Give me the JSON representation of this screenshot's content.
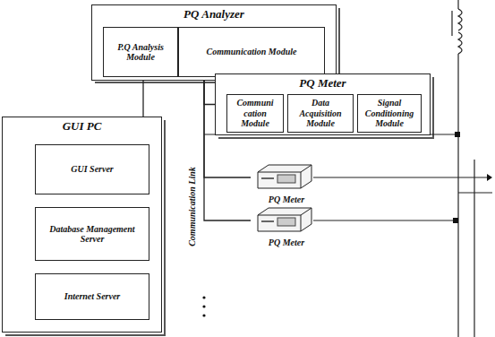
{
  "diagram": {
    "nodes": [
      {
        "text": [
          "PQ Analyzer"
        ]
      },
      {
        "text": [
          "P.Q Analysis Module"
        ],
        "in": 0
      },
      {
        "text": [
          "Communication Module"
        ],
        "in": 0
      },
      {
        "text": [
          "PQ Meter"
        ]
      },
      {
        "text": [
          "Communi cation Module"
        ],
        "in": 3
      },
      {
        "text": [
          "Data Acquisition Module"
        ],
        "in": 3
      },
      {
        "text": [
          "Signal Conditioning Module"
        ],
        "in": 3
      },
      {
        "text": [
          "GUI PC"
        ]
      },
      {
        "text": [
          "GUI Server"
        ],
        "in": 7
      },
      {
        "text": [
          "Database Management Server"
        ],
        "in": 7
      },
      {
        "text": [
          "Internet Server"
        ],
        "in": 7
      },
      {
        "text": [
          "PQ Meter"
        ]
      },
      {
        "text": [
          "PQ Meter"
        ]
      }
    ],
    "edges": [
      {
        "from": 0,
        "to": 7,
        "arrow": "none"
      },
      {
        "from": 0,
        "to": 3,
        "arrow": "none"
      },
      {
        "from": 0,
        "to": 11,
        "arrow": "none"
      },
      {
        "from": 0,
        "to": 12,
        "arrow": "none"
      },
      {
        "from": 8,
        "to": 10,
        "arrow": "none"
      }
    ],
    "labels": [
      "Communication Link"
    ]
  }
}
